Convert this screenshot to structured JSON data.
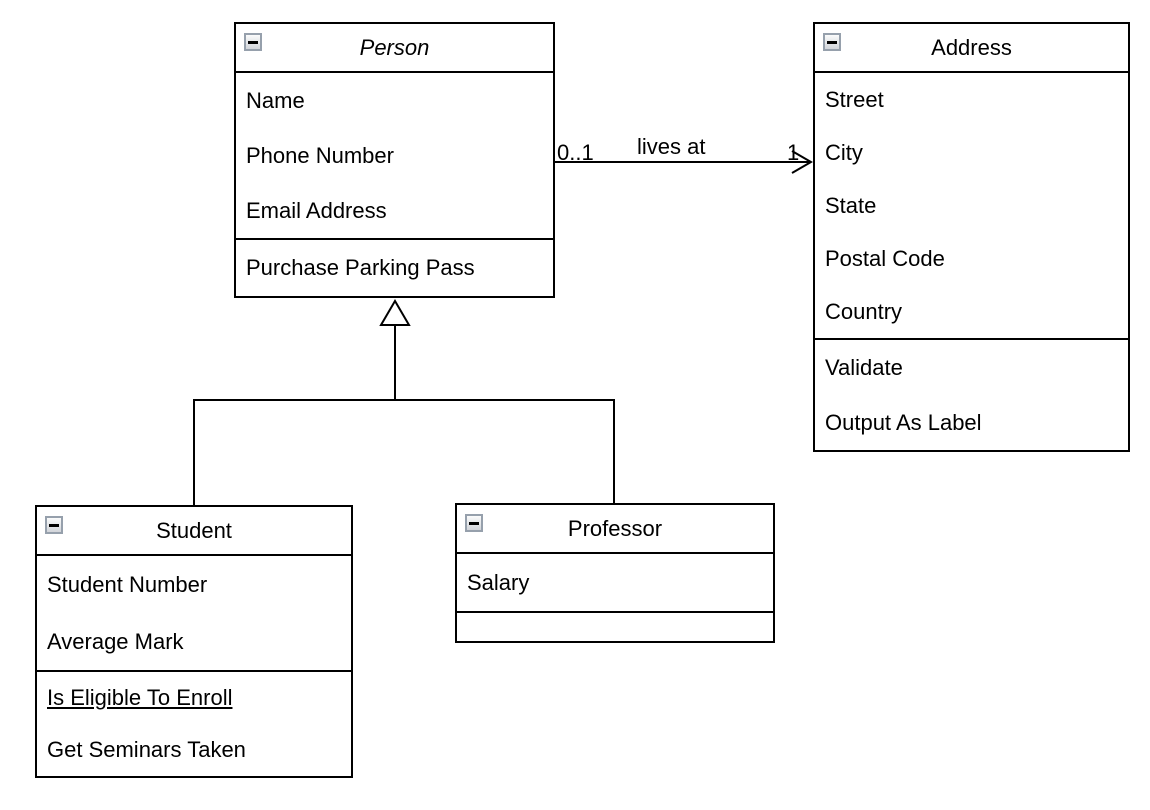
{
  "classes": {
    "person": {
      "name": "Person",
      "attributes": [
        "Name",
        "Phone Number",
        "Email Address"
      ],
      "operations": [
        "Purchase Parking Pass"
      ]
    },
    "address": {
      "name": "Address",
      "attributes": [
        "Street",
        "City",
        "State",
        "Postal Code",
        "Country"
      ],
      "operations": [
        "Validate",
        "Output As Label"
      ]
    },
    "student": {
      "name": "Student",
      "attributes": [
        "Student Number",
        "Average Mark"
      ],
      "operations": [
        "Is Eligible To Enroll",
        "Get Seminars Taken"
      ]
    },
    "professor": {
      "name": "Professor",
      "attributes": [
        "Salary"
      ],
      "operations": []
    }
  },
  "association": {
    "label": "lives at",
    "source_multiplicity": "0..1",
    "target_multiplicity": "1"
  },
  "icons": {
    "collapse": "minus-box"
  },
  "colors": {
    "line": "#000000",
    "background": "#ffffff",
    "collapse_border": "#96a0ac"
  }
}
